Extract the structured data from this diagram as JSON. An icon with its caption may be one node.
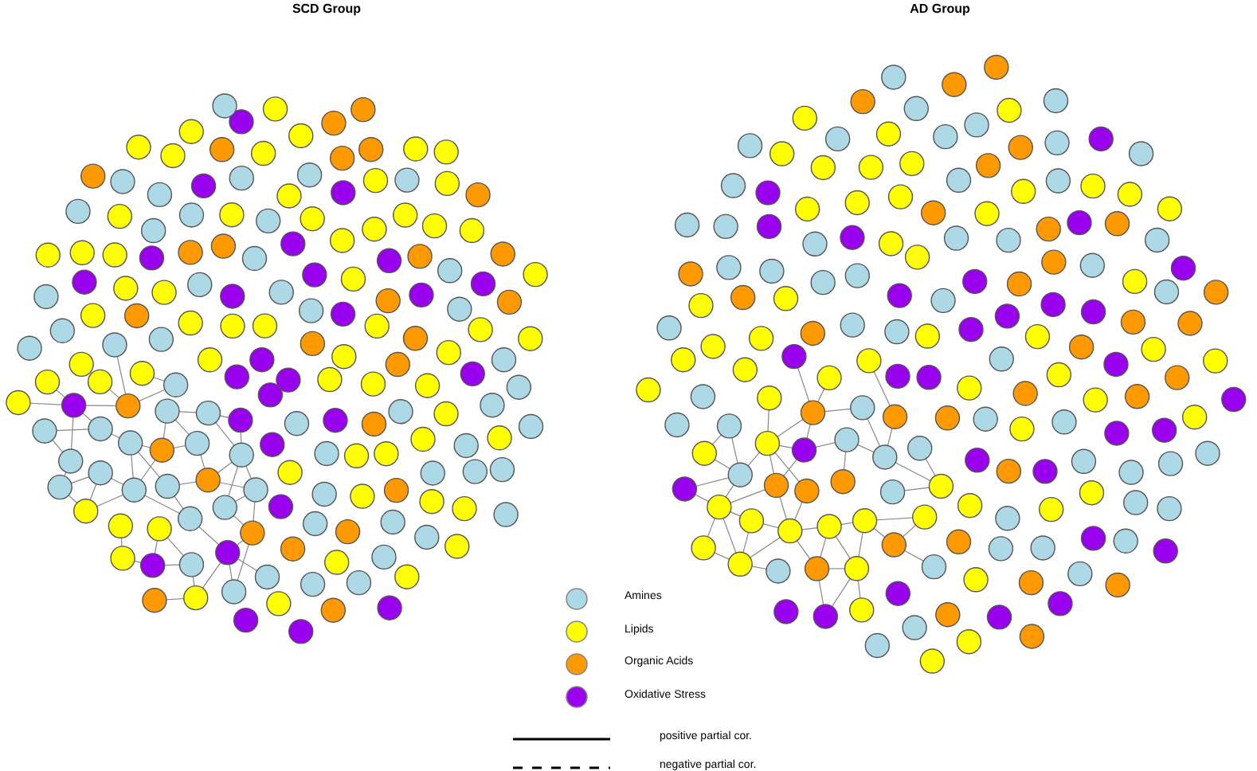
{
  "diagram": {
    "labels": [
      "SCD Group",
      "AD Group"
    ],
    "legend": [
      {
        "text": "Amines",
        "color": "#add8e6"
      },
      {
        "text": "Lipids",
        "color": "#ffff00"
      },
      {
        "text": "Organic Acids",
        "color": "#ff9900"
      },
      {
        "text": "Oxidative Stress",
        "color": "#9900ee"
      },
      {
        "text": "positive partial cor."
      },
      {
        "text": "negative partial cor."
      }
    ]
  }
}
